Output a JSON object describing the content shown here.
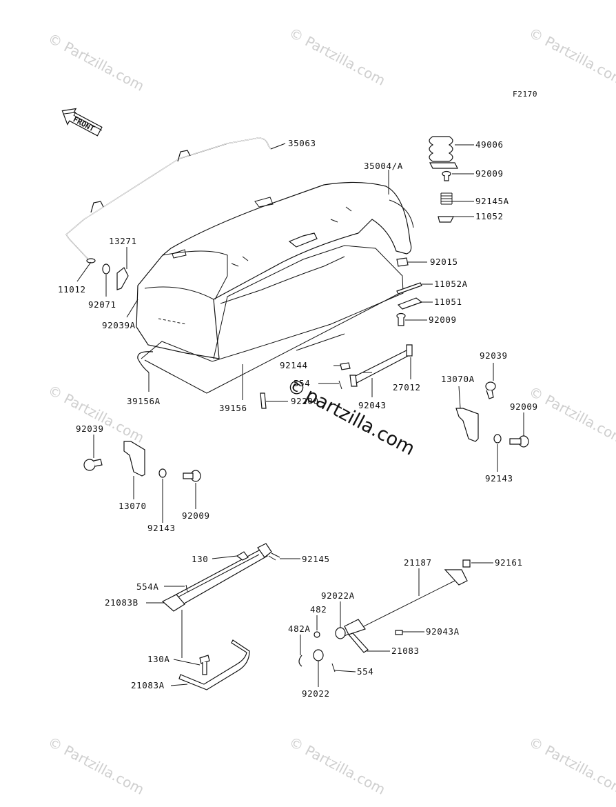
{
  "figure_code": "F2170",
  "front_arrow_text": "FRONT",
  "watermark": {
    "text": "Partzilla.com",
    "main_text": "partzilla.com",
    "symbol": "©"
  },
  "callouts": [
    {
      "id": "c-35063",
      "label": "35063"
    },
    {
      "id": "c-35004A",
      "label": "35004/A"
    },
    {
      "id": "c-49006",
      "label": "49006"
    },
    {
      "id": "c-92009-a",
      "label": "92009"
    },
    {
      "id": "c-92145A",
      "label": "92145A"
    },
    {
      "id": "c-11052",
      "label": "11052"
    },
    {
      "id": "c-13271",
      "label": "13271"
    },
    {
      "id": "c-11012",
      "label": "11012"
    },
    {
      "id": "c-92071",
      "label": "92071"
    },
    {
      "id": "c-92015",
      "label": "92015"
    },
    {
      "id": "c-11052A",
      "label": "11052A"
    },
    {
      "id": "c-92039A",
      "label": "92039A"
    },
    {
      "id": "c-11051",
      "label": "11051"
    },
    {
      "id": "c-92009-b",
      "label": "92009"
    },
    {
      "id": "c-92144",
      "label": "92144"
    },
    {
      "id": "c-39156A",
      "label": "39156A"
    },
    {
      "id": "c-554",
      "label": "554"
    },
    {
      "id": "c-27012",
      "label": "27012"
    },
    {
      "id": "c-92043",
      "label": "92043"
    },
    {
      "id": "c-39156",
      "label": "39156"
    },
    {
      "id": "c-92200",
      "label": "92200"
    },
    {
      "id": "c-92039-r",
      "label": "92039"
    },
    {
      "id": "c-13070A",
      "label": "13070A"
    },
    {
      "id": "c-92009-r",
      "label": "92009"
    },
    {
      "id": "c-92143-r",
      "label": "92143"
    },
    {
      "id": "c-92039-l",
      "label": "92039"
    },
    {
      "id": "c-13070",
      "label": "13070"
    },
    {
      "id": "c-92009-l",
      "label": "92009"
    },
    {
      "id": "c-92143-l",
      "label": "92143"
    },
    {
      "id": "c-130",
      "label": "130"
    },
    {
      "id": "c-92145",
      "label": "92145"
    },
    {
      "id": "c-554A",
      "label": "554A"
    },
    {
      "id": "c-21083B",
      "label": "21083B"
    },
    {
      "id": "c-130A",
      "label": "130A"
    },
    {
      "id": "c-21083A",
      "label": "21083A"
    },
    {
      "id": "c-21187",
      "label": "21187"
    },
    {
      "id": "c-92161",
      "label": "92161"
    },
    {
      "id": "c-92022A",
      "label": "92022A"
    },
    {
      "id": "c-482",
      "label": "482"
    },
    {
      "id": "c-482A",
      "label": "482A"
    },
    {
      "id": "c-92043A",
      "label": "92043A"
    },
    {
      "id": "c-21083",
      "label": "21083"
    },
    {
      "id": "c-554-b",
      "label": "554"
    },
    {
      "id": "c-92022",
      "label": "92022"
    }
  ]
}
